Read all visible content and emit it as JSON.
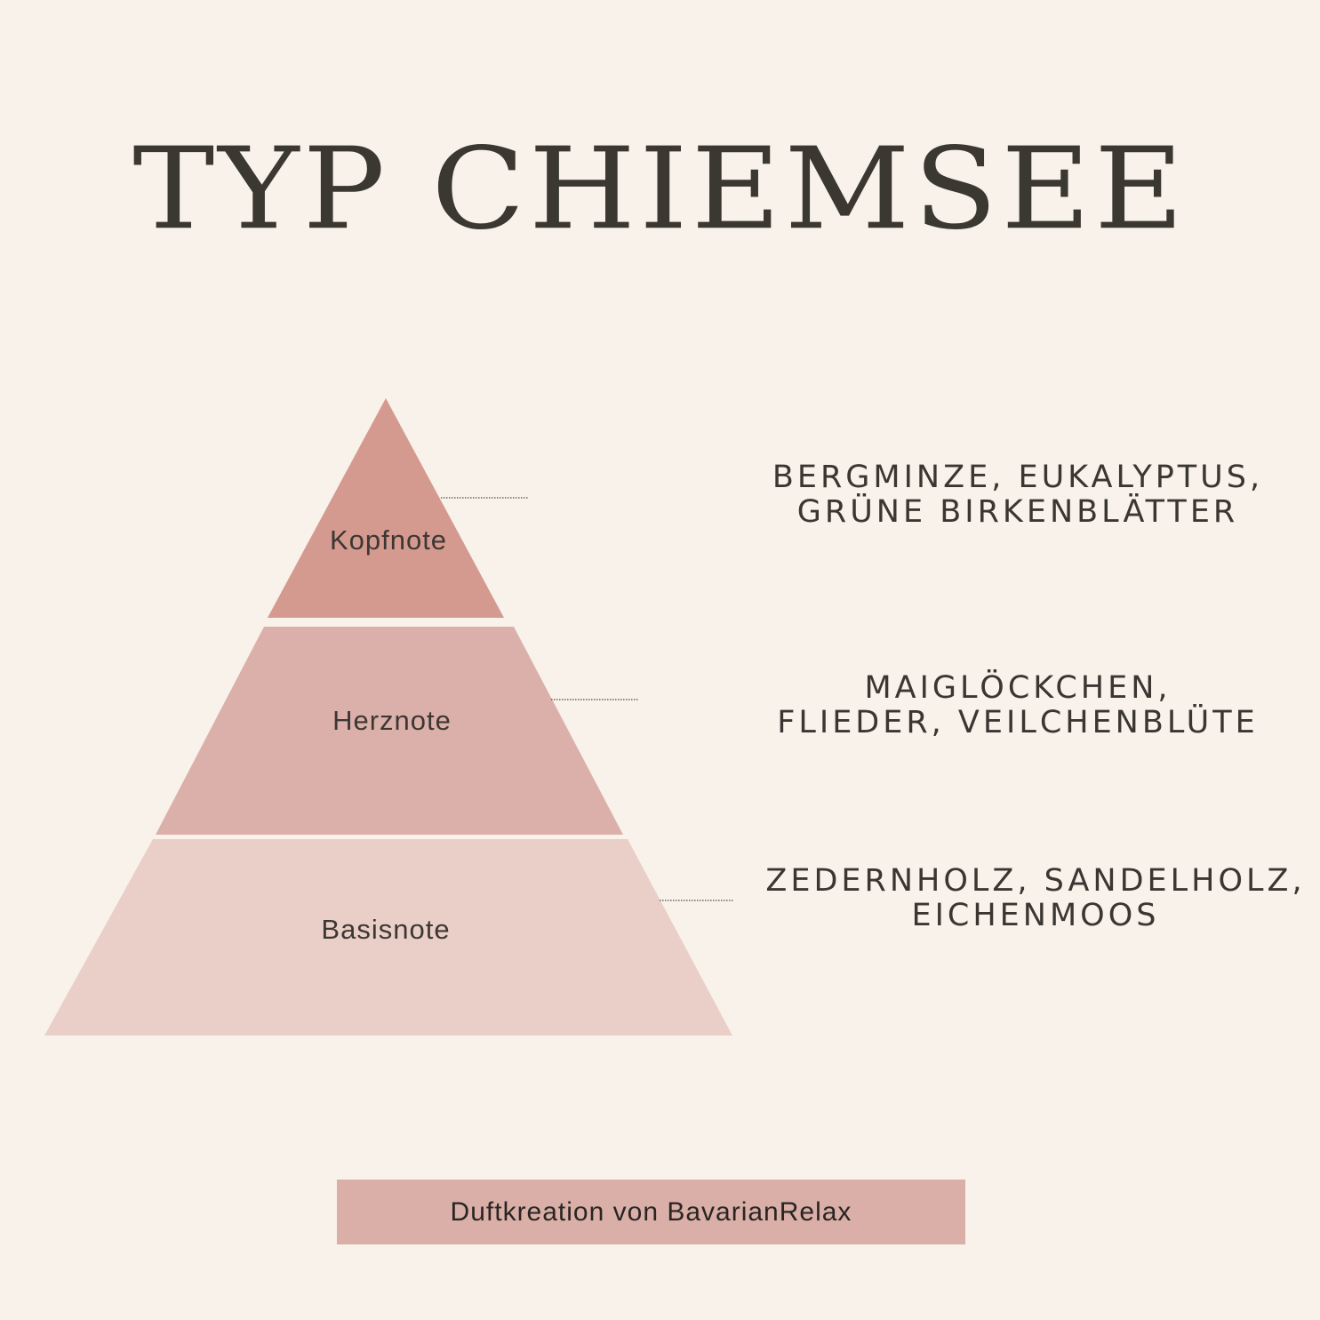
{
  "title": "TYP CHIEMSEE",
  "colors": {
    "background": "#f8f2ea",
    "kopfnote": "#d49a8f",
    "herznote": "#dcb0aa",
    "basisnote": "#e9cfc8",
    "footer": "#d9afa8",
    "text": "#2f2b27"
  },
  "pyramid": {
    "tiers": [
      {
        "label": "Kopfnote",
        "notes": [
          "BERGMINZE, EUKALYPTUS,",
          "GRÜNE BIRKENBLÄTTER"
        ]
      },
      {
        "label": "Herznote",
        "notes": [
          "MAIGLÖCKCHEN,",
          "FLIEDER, VEILCHENBLÜTE"
        ]
      },
      {
        "label": "Basisnote",
        "notes": [
          "ZEDERNHOLZ, SANDELHOLZ,",
          "EICHENMOOS"
        ]
      }
    ]
  },
  "footer": {
    "text": "Duftkreation von BavarianRelax"
  }
}
